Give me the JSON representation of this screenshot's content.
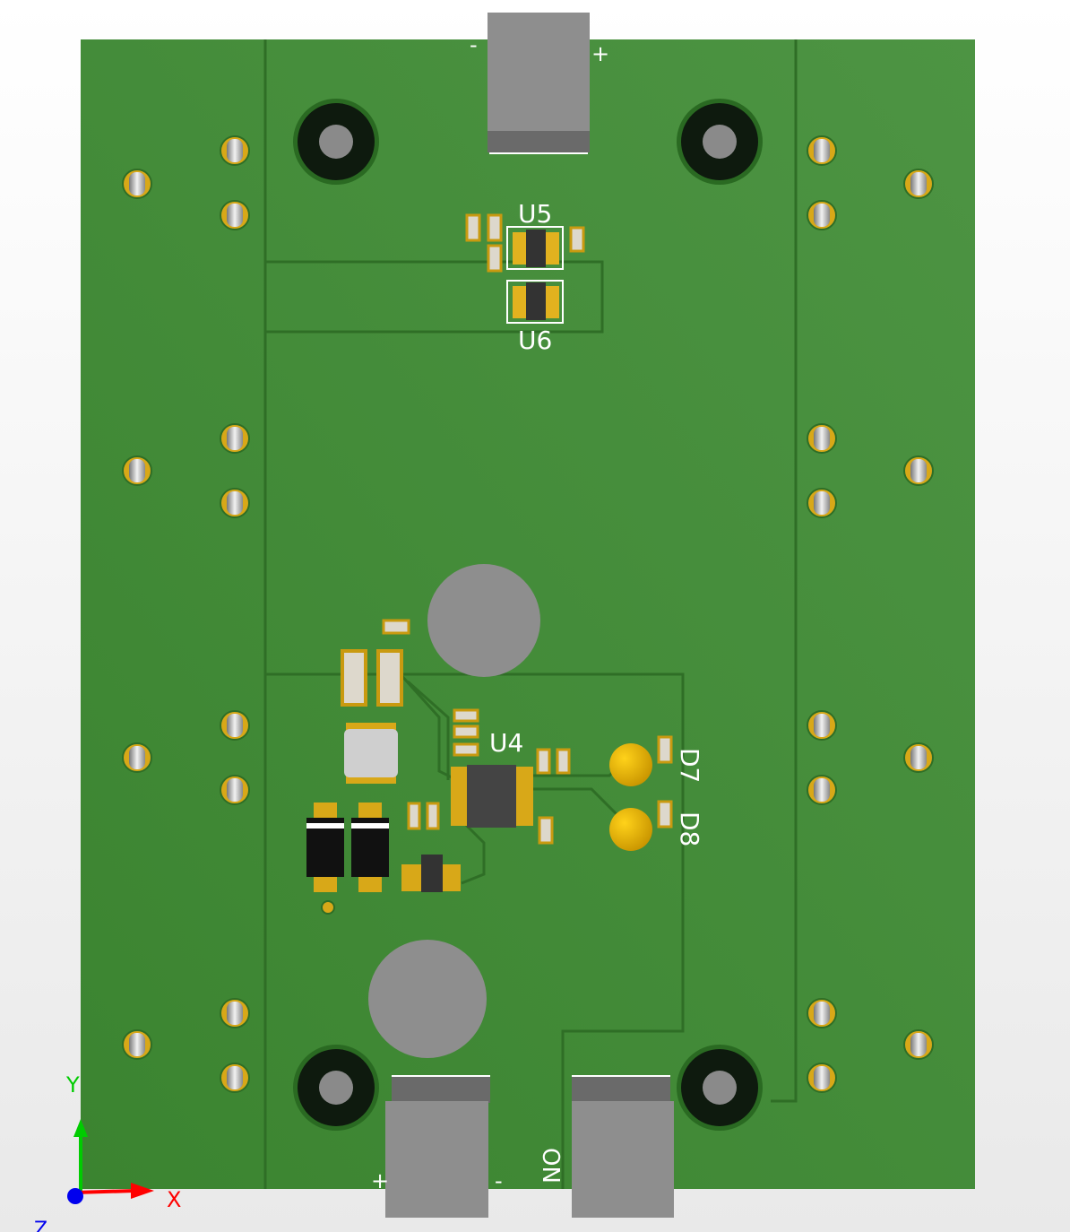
{
  "viewport": {
    "type": "3D PCB view"
  },
  "board": {
    "color": "#3f8833",
    "trace_color": "#2f6e26",
    "pad_color": "#d8a818"
  },
  "labels": {
    "u5": "U5",
    "u6": "U6",
    "u4": "U4",
    "d7": "D7",
    "d8": "D8",
    "top_conn_minus": "-",
    "top_conn_plus": "+",
    "bot_conn_plus": "+",
    "bot_conn_minus": "-",
    "bot_conn_on": "ON"
  },
  "axes": {
    "y": "Y",
    "x": "X",
    "z": "Z",
    "y_color": "#00cc00",
    "x_color": "#ff0000",
    "z_color": "#0000ff"
  }
}
